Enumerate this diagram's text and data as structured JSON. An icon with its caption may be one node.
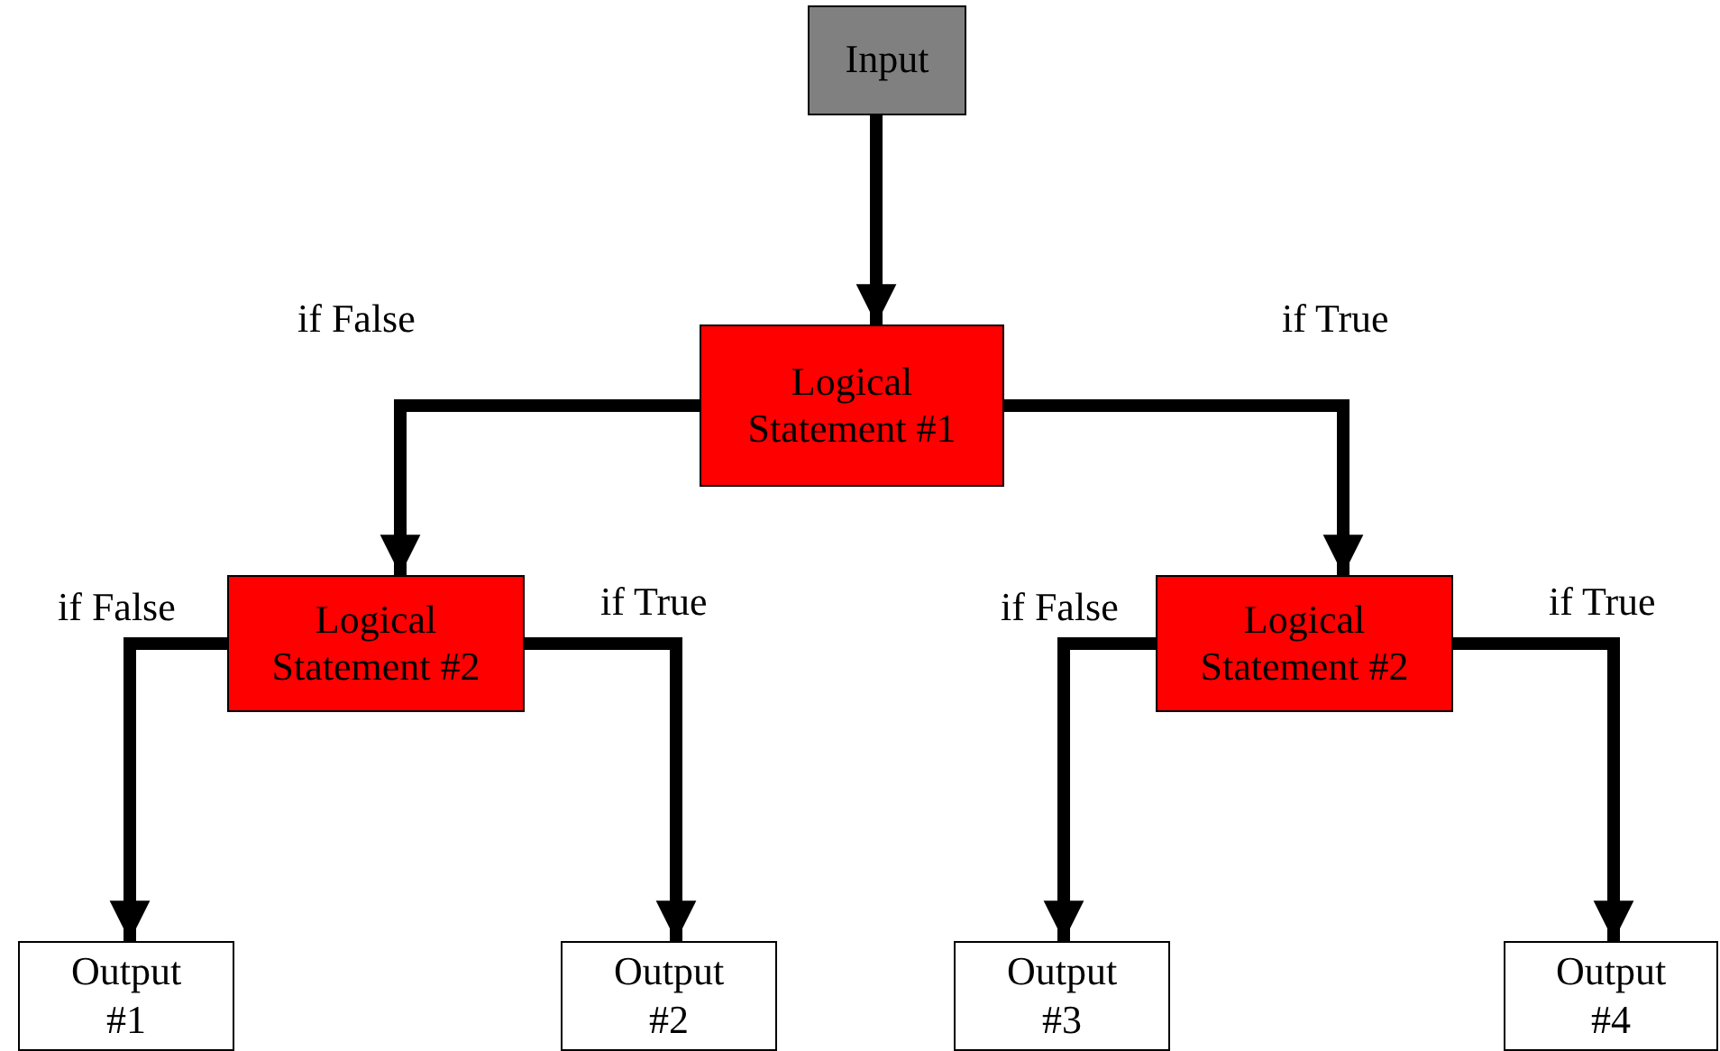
{
  "diagram": {
    "nodes": [
      {
        "text": [
          "Input"
        ]
      },
      {
        "text": [
          "Logical Statement #1"
        ]
      },
      {
        "text": [
          "Logical Statement #2"
        ]
      },
      {
        "text": [
          "Logical Statement #2"
        ]
      },
      {
        "text": [
          "Output #1"
        ]
      },
      {
        "text": [
          "Output #2"
        ]
      },
      {
        "text": [
          "Output #3"
        ]
      },
      {
        "text": [
          "Output #4"
        ]
      }
    ],
    "edges": [
      {
        "from": 0,
        "to": 1,
        "arrow": "to"
      },
      {
        "from": 1,
        "to": 2,
        "arrow": "to",
        "label": "if False"
      },
      {
        "from": 1,
        "to": 3,
        "arrow": "to",
        "label": "if True"
      },
      {
        "from": 2,
        "to": 4,
        "arrow": "to",
        "label": "if False"
      },
      {
        "from": 2,
        "to": 5,
        "arrow": "to",
        "label": "if True"
      },
      {
        "from": 3,
        "to": 6,
        "arrow": "to",
        "label": "if False"
      },
      {
        "from": 3,
        "to": 7,
        "arrow": "to",
        "label": "if True"
      }
    ]
  }
}
